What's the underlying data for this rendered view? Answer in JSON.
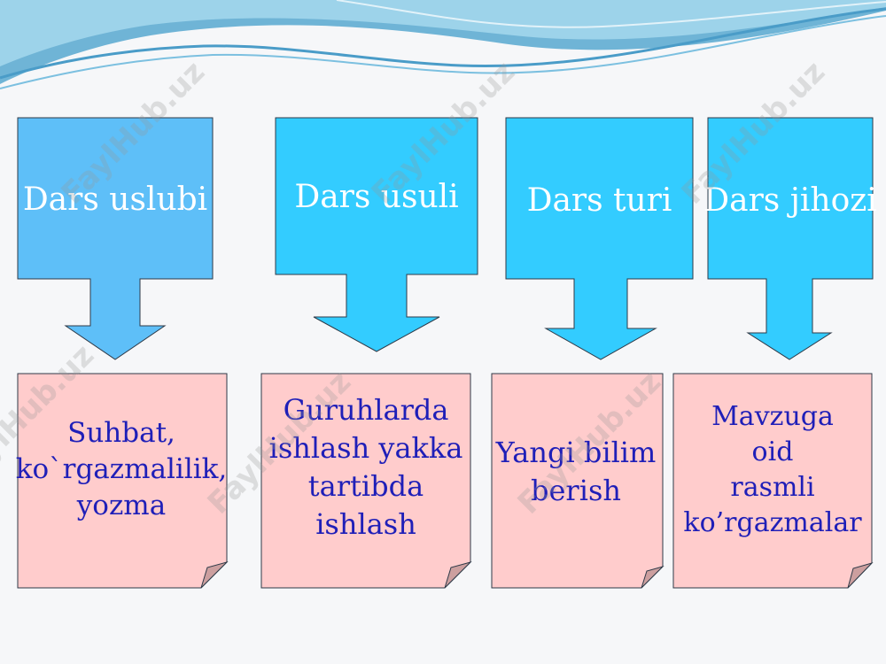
{
  "watermark": "FaylHub.uz",
  "colors": {
    "header_light": "#5ebff8",
    "header_bright": "#33ccff",
    "note_fill": "#ffcccc",
    "note_text": "#1f1fb8",
    "header_text": "#ffffff",
    "wave_dark": "#5aa9d0",
    "wave_light": "#a9dced"
  },
  "columns": [
    {
      "header": "Dars uslubi",
      "lines": [
        "Suhbat,",
        "ko`rgazmalilik,",
        "yozma"
      ]
    },
    {
      "header": "Dars usuli",
      "lines": [
        "Guruhlarda",
        "ishlash yakka",
        "tartibda",
        "ishlash"
      ]
    },
    {
      "header": "Dars turi",
      "lines": [
        "Yangi bilim",
        "berish"
      ]
    },
    {
      "header": "Dars jihozi",
      "lines": [
        "Mavzuga",
        "oid",
        "rasmli",
        "ko’rgazmalar"
      ]
    }
  ]
}
